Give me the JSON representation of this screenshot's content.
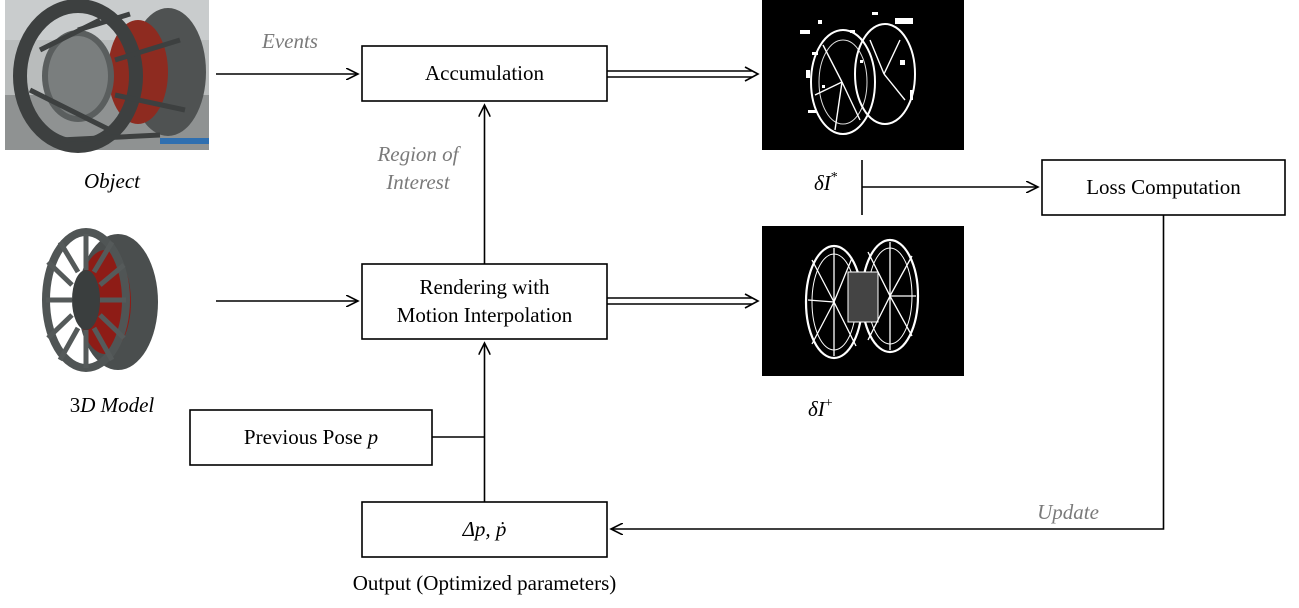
{
  "boxes": {
    "accumulation": "Accumulation",
    "rendering_line1": "Rendering with",
    "rendering_line2": "Motion Interpolation",
    "previous_pose": "Previous Pose",
    "previous_pose_var": "p",
    "delta_params": "Δp,  ṗ",
    "loss": "Loss Computation"
  },
  "edge_labels": {
    "events": "Events",
    "roi_line1": "Region of",
    "roi_line2": "Interest",
    "update": "Update"
  },
  "image_labels": {
    "object": "Object",
    "model_prefix": "3",
    "model_rest": "D Model",
    "observed_sym": "δI",
    "observed_sup": "*",
    "rendered_sym": "δI",
    "rendered_sup": "+"
  },
  "caption": "Output (Optimized parameters)",
  "colors": {
    "edge_label": "#7a7a7a",
    "event_bg": "#000000",
    "events_fg": "#ffffff",
    "model_gray": "#555a5a",
    "model_red": "#8e1c16"
  }
}
